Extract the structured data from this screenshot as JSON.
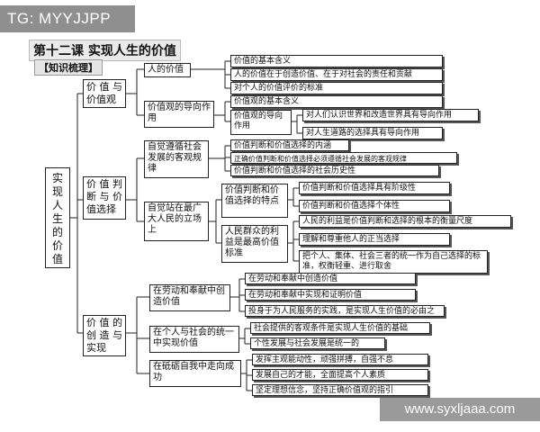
{
  "watermark_top": "TG: MYYJJPP",
  "watermark_bottom": "www.syxljaaa.com",
  "title": "第十二课 实现人生的价值",
  "subtitle": "【知识梳理】",
  "root": "实现人生的价值",
  "branches": [
    {
      "label": "价 值 与 价值观",
      "groups": [
        {
          "label": "人的价值",
          "items": [
            "价值的基本含义",
            "人的价值在于创造价值、在于对社会的责任和贡献",
            "对个人的价值评价的标准"
          ]
        },
        {
          "label": "价值观的导向作用",
          "items": [
            "价值观的基本含义"
          ],
          "sub": {
            "label": "价值观的导向作用",
            "items": [
              "对人们认识世界和改造世界具有导向作用",
              "对人生道路的选择具有导向作用"
            ]
          }
        }
      ]
    },
    {
      "label": "价 值 判 断 与 价 值选择",
      "groups": [
        {
          "label": "自觉遵循社会发展的客观规律",
          "items": [
            "价值判断和价值选择的内涵",
            "正确价值判断和价值选择必须遵循社会发展的客观规律",
            "价值判断和价值选择的社会历史性"
          ]
        },
        {
          "label": "自觉站在最广大人民的立场上",
          "subs": [
            {
              "label": "价值判断和价值选择的特点",
              "items": [
                "价值判断和价值选择具有阶级性",
                "价值判断和价值选择个体性"
              ]
            },
            {
              "label": "人民群众的利益是最高价值标准",
              "items": [
                "人民的利益是价值判断和选择的根本的衡量尺度",
                "理解和尊重他人的正当选择",
                "把个人、集体、社会三者的统一作为自己选择的标准，权衡轻重、进行取舍"
              ]
            }
          ]
        }
      ]
    },
    {
      "label": "价 值 的 创 造 与 实现",
      "groups": [
        {
          "label": "在劳动和奉献中创造价值",
          "items": [
            "在劳动和奉献中创造价值",
            "在劳动和奉献中实现和证明价值",
            "投身于为人民服务的实践，是实现人生价值的必由之路"
          ]
        },
        {
          "label": "在个人与社会的统一中实现价值",
          "items": [
            "社会提供的客观条件是实现人生价值的基础",
            "个性发展与社会发展是统一的"
          ]
        },
        {
          "label": "在砥砺自我中走向成功",
          "items": [
            "发挥主观能动性，顽强拼搏，自强不息",
            "发展自己的才能，全面提高个人素质",
            "坚定理想信念，坚持正确价值观的指引"
          ]
        }
      ]
    }
  ]
}
